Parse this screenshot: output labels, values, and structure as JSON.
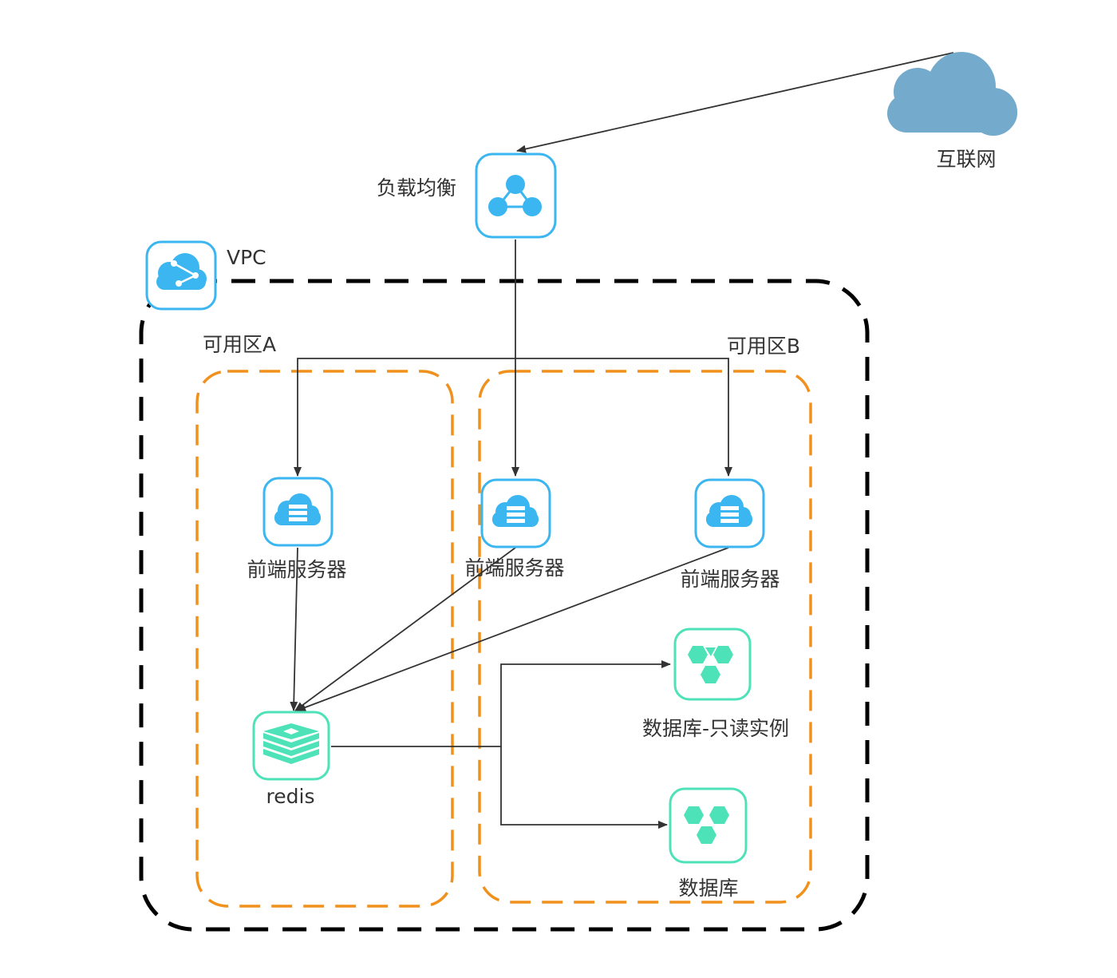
{
  "colors": {
    "vpc_border": "#000000",
    "zone_border": "#f0911d",
    "server_icon": "#3bb6f0",
    "db_icon": "#4de2b8",
    "cloud": "#74aacb",
    "arrow": "#333333",
    "text": "#333333"
  },
  "internet": {
    "label": "互联网",
    "icon": "cloud-icon"
  },
  "load_balancer": {
    "label": "负载均衡",
    "icon": "load-balancer-icon"
  },
  "vpc": {
    "label": "VPC",
    "icon": "vpc-icon"
  },
  "zones": {
    "a": {
      "label": "可用区A"
    },
    "b": {
      "label": "可用区B"
    }
  },
  "servers": [
    {
      "label": "前端服务器",
      "icon": "server-cloud-icon"
    },
    {
      "label": "前端服务器",
      "icon": "server-cloud-icon"
    },
    {
      "label": "前端服务器",
      "icon": "server-cloud-icon"
    }
  ],
  "redis": {
    "label": "redis",
    "icon": "redis-icon"
  },
  "databases": [
    {
      "label": "数据库-只读实例",
      "icon": "database-icon"
    },
    {
      "label": "数据库",
      "icon": "database-icon"
    }
  ]
}
